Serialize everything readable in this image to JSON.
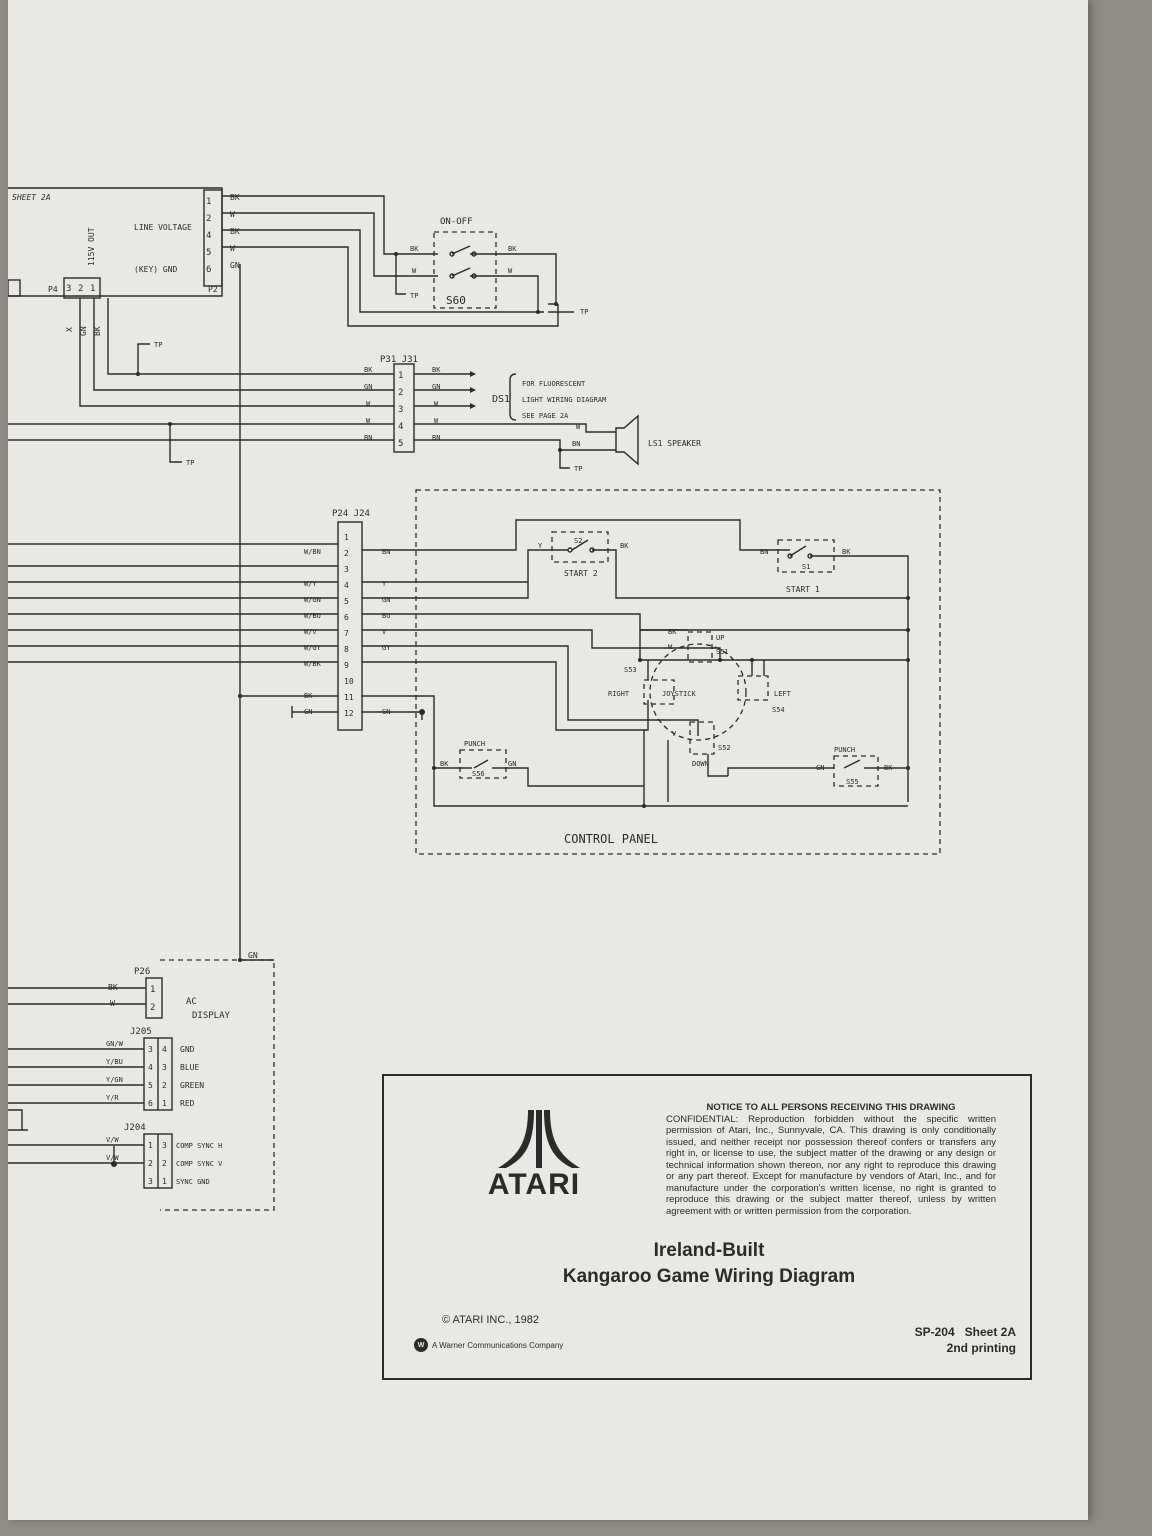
{
  "sheet_label": "SHEET 2A",
  "connectors": {
    "line_voltage": {
      "label_line": "LINE VOLTAGE",
      "label_gnd": "(KEY) GND",
      "pins": [
        "1",
        "2",
        "4",
        "5",
        "6"
      ],
      "wire_colors": [
        "BK",
        "W",
        "BK",
        "W",
        "GN"
      ],
      "plug": "P2"
    },
    "p4": {
      "name": "P4",
      "pins": [
        "3",
        "2",
        "1"
      ],
      "label": "115V OUT",
      "wire_colors": [
        "X",
        "GN",
        "BK"
      ]
    },
    "on_off": {
      "title": "ON-OFF",
      "switch": "S60",
      "in": [
        "BK",
        "W"
      ],
      "out": [
        "BK",
        "W"
      ],
      "tp": "TP"
    },
    "p31": {
      "name": "P31 J31",
      "pins": [
        "1",
        "2",
        "3",
        "4",
        "5"
      ],
      "left_colors": [
        "BK",
        "GN",
        "W",
        "W",
        "BN"
      ],
      "right_colors": [
        "BK",
        "GN",
        "W",
        "W",
        "BN"
      ],
      "ds1": "DS1",
      "note": [
        "FOR FLUORESCENT",
        "LIGHT WIRING DIAGRAM",
        "SEE PAGE 2A"
      ],
      "speaker": "LS1 SPEAKER",
      "speaker_wires": [
        "W",
        "BN"
      ],
      "tp": "TP"
    },
    "p24": {
      "name": "P24 J24",
      "pins": [
        "1",
        "2",
        "3",
        "4",
        "5",
        "6",
        "7",
        "8",
        "9",
        "10",
        "11",
        "12"
      ],
      "left_colors": [
        "",
        "W/BN",
        "",
        "W/Y",
        "W/GN",
        "W/BU",
        "W/V",
        "W/GY",
        "W/BK",
        "",
        "BK",
        "GN"
      ],
      "right_colors": [
        "",
        "BN",
        "",
        "Y",
        "GN",
        "BU",
        "V",
        "GY",
        "",
        "",
        "",
        "GN"
      ]
    },
    "p26": {
      "name": "P26",
      "pins": [
        "1",
        "2"
      ],
      "colors": [
        "BK",
        "W"
      ],
      "label": [
        "AC",
        "DISPLAY"
      ],
      "gn": "GN"
    },
    "j205": {
      "name": "J205",
      "pins_left": [
        "3",
        "4",
        "5",
        "6"
      ],
      "pins_right": [
        "4",
        "3",
        "2",
        "1"
      ],
      "colors": [
        "GN/W",
        "Y/BU",
        "Y/GN",
        "Y/R"
      ],
      "signals": [
        "GND",
        "BLUE",
        "GREEN",
        "RED"
      ]
    },
    "j204": {
      "name": "J204",
      "pins_left": [
        "1",
        "2",
        "3"
      ],
      "pins_right": [
        "3",
        "2",
        "1"
      ],
      "colors": [
        "V/W",
        "V/W",
        ""
      ],
      "signals": [
        "COMP SYNC H",
        "COMP SYNC V",
        "SYNC GND"
      ]
    }
  },
  "control_panel": {
    "title": "CONTROL PANEL",
    "start2": {
      "switch": "S2",
      "label": "START 2",
      "wires": [
        "Y",
        "BK"
      ]
    },
    "start1": {
      "switch": "S1",
      "label": "START 1",
      "wires": [
        "BN",
        "BK"
      ]
    },
    "joystick": {
      "label": "JOYSTICK",
      "up": "UP",
      "up_switch": "S51",
      "down": "DOWN",
      "down_switch": "S52",
      "left": "LEFT",
      "left_switch": "S54",
      "right": "RIGHT",
      "right_switch": "S53",
      "wires": [
        "BK",
        "W",
        "V"
      ]
    },
    "punch_left": {
      "label": "PUNCH",
      "switch": "S56",
      "wires": [
        "BK",
        "GN"
      ]
    },
    "punch_right": {
      "label": "PUNCH",
      "switch": "S55",
      "wires": [
        "GN",
        "BK"
      ]
    }
  },
  "title_block": {
    "logo_word": "ATARI",
    "notice_title": "NOTICE TO ALL PERSONS RECEIVING THIS DRAWING",
    "notice_body": "CONFIDENTIAL: Reproduction forbidden without the specific written permission of Atari, Inc., Sunnyvale, CA. This drawing is only conditionally issued, and neither receipt nor possession thereof confers or transfers any right in, or license to use, the subject matter of the drawing or any design or technical information shown thereon, nor any right to reproduce this drawing or any part thereof. Except for manufacture by vendors of Atari, Inc., and for manufacture under the corporation's written license, no right is granted to reproduce this drawing or the subject matter thereof, unless by written agreement with or written permission from the corporation.",
    "title_line1": "Ireland-Built",
    "title_line2": "Kangaroo Game Wiring Diagram",
    "copyright": "© ATARI INC., 1982",
    "warner": "A Warner Communications Company",
    "sheet_id": "SP-204   Sheet 2A",
    "printing": "2nd printing"
  },
  "colors": {
    "paper": "#e9e8e2",
    "ink": "#2b2b2b",
    "background": "#8f8c85"
  }
}
